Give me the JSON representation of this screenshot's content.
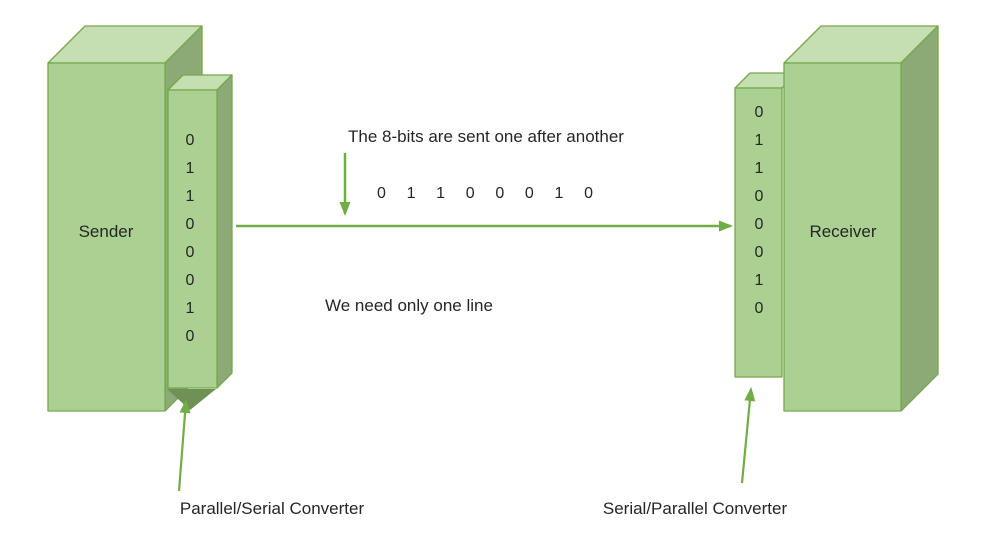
{
  "diagram": {
    "caption_top": "The 8-bits are sent one after another",
    "serial_bits": "0 1 1 0 0 0 1 0",
    "caption_bottom": "We need only one line",
    "sender": {
      "label": "Sender",
      "bits": [
        "0",
        "1",
        "1",
        "0",
        "0",
        "0",
        "1",
        "0"
      ],
      "converter_label": "Parallel/Serial Converter"
    },
    "receiver": {
      "label": "Receiver",
      "bits": [
        "0",
        "1",
        "1",
        "0",
        "0",
        "0",
        "1",
        "0"
      ],
      "converter_label": "Serial/Parallel Converter"
    },
    "colors": {
      "box_front": "#aad192",
      "box_top": "#c5deb2",
      "box_side": "#8caa76",
      "box_bottom": "#6f9156",
      "outline": "#74a84c",
      "arrow": "#70ad47",
      "text": "#262626"
    }
  }
}
